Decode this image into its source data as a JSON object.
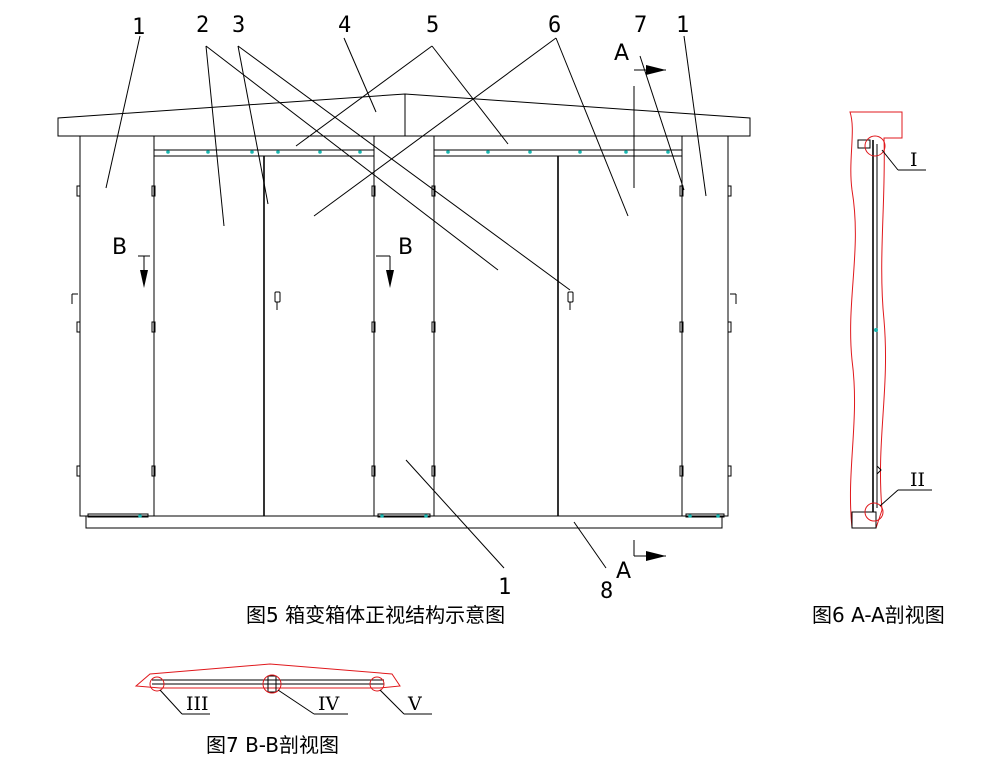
{
  "figure5": {
    "callouts": [
      "1",
      "2",
      "3",
      "4",
      "5",
      "6",
      "7",
      "1",
      "1",
      "8"
    ],
    "section_marks": {
      "a_top": "A",
      "a_bottom": "A",
      "b_left": "B",
      "b_right": "B"
    },
    "caption": "图5  箱变箱体正视结构示意图"
  },
  "figure6": {
    "details": [
      "I",
      "II"
    ],
    "caption": "图6  A-A剖视图"
  },
  "figure7": {
    "details": [
      "III",
      "IV",
      "V"
    ],
    "caption": "图7  B-B剖视图"
  },
  "colors": {
    "line": "#000000",
    "section": "#e0181c",
    "fastener": "#19b6b0"
  }
}
